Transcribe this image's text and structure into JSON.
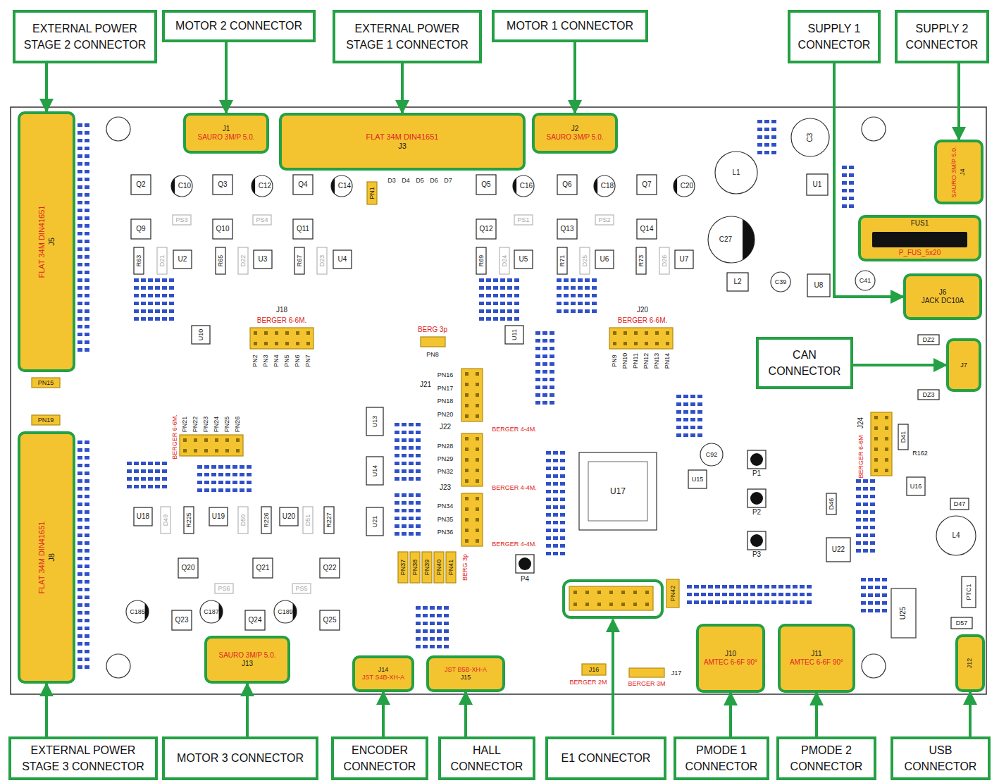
{
  "diagram": {
    "nodes": [
      {
        "text": [
          "EXTERNAL POWER STAGE 2 CONNECTOR"
        ]
      },
      {
        "text": [
          "MOTOR 2 CONNECTOR"
        ]
      },
      {
        "text": [
          "EXTERNAL POWER STAGE 1 CONNECTOR"
        ]
      },
      {
        "text": [
          "MOTOR 1 CONNECTOR"
        ]
      },
      {
        "text": [
          "SUPPLY 1 CONNECTOR"
        ]
      },
      {
        "text": [
          "SUPPLY 2 CONNECTOR"
        ]
      },
      {
        "text": [
          "FLAT 34M DIN41651",
          "J5"
        ]
      },
      {
        "text": [
          "J1",
          "SAURO 3M/P 5.0."
        ]
      },
      {
        "text": [
          "FLAT 34M DIN41651",
          "J3"
        ]
      },
      {
        "text": [
          "J2",
          "SAURO 3M/P 5.0."
        ]
      },
      {
        "text": [
          "SAURO 3M/P 5.0.",
          "J4"
        ]
      },
      {
        "text": [
          "FUS1",
          "P_FUS_5x20"
        ]
      },
      {
        "text": [
          "J6",
          "JACK DC10A"
        ]
      },
      {
        "text": [
          "CAN CONNECTOR"
        ]
      },
      {
        "text": [
          "J7"
        ]
      },
      {
        "text": [
          "FLAT 34M DIN41651",
          "J8"
        ]
      },
      {
        "text": [
          "SAURO 3M/P 5.0.",
          "J13"
        ]
      },
      {
        "text": [
          "J14",
          "JST S4B-XH-A"
        ]
      },
      {
        "text": [
          "JST B5B-XH-A",
          "J15"
        ]
      },
      {
        "text": [
          "J10",
          "AMTEC 6-6F 90°"
        ]
      },
      {
        "text": [
          "J11",
          "AMTEC 6-6F 90°"
        ]
      },
      {
        "text": [
          "J12"
        ]
      },
      {
        "text": [
          "EXTERNAL POWER STAGE 3 CONNECTOR"
        ]
      },
      {
        "text": [
          "MOTOR 3 CONNECTOR"
        ]
      },
      {
        "text": [
          "ENCODER CONNECTOR"
        ]
      },
      {
        "text": [
          "HALL CONNECTOR"
        ]
      },
      {
        "text": [
          "E1 CONNECTOR"
        ]
      },
      {
        "text": [
          "PMODE 1 CONNECTOR"
        ]
      },
      {
        "text": [
          "PMODE 2 CONNECTOR"
        ]
      },
      {
        "text": [
          "USB CONNECTOR"
        ]
      }
    ],
    "edges": [
      {
        "from": 0,
        "to": 6,
        "arrow": "to"
      },
      {
        "from": 1,
        "to": 7,
        "arrow": "to"
      },
      {
        "from": 2,
        "to": 8,
        "arrow": "to"
      },
      {
        "from": 3,
        "to": 9,
        "arrow": "to"
      },
      {
        "from": 4,
        "to": 12,
        "arrow": "to"
      },
      {
        "from": 5,
        "to": 10,
        "arrow": "to"
      },
      {
        "from": 13,
        "to": 14,
        "arrow": "to"
      },
      {
        "from": 22,
        "to": 15,
        "arrow": "to"
      },
      {
        "from": 23,
        "to": 16,
        "arrow": "to"
      },
      {
        "from": 24,
        "to": 17,
        "arrow": "to"
      },
      {
        "from": 25,
        "to": 18,
        "arrow": "to"
      },
      {
        "from": 27,
        "to": 19,
        "arrow": "to"
      },
      {
        "from": 28,
        "to": 20,
        "arrow": "to"
      },
      {
        "from": 29,
        "to": 21,
        "arrow": "to"
      }
    ],
    "labels": [
      "Q2",
      "Q3",
      "Q4",
      "Q5",
      "Q6",
      "Q7",
      "C10",
      "C12",
      "C14",
      "C16",
      "C18",
      "C20",
      "Q9",
      "Q10",
      "Q11",
      "Q12",
      "Q13",
      "Q14",
      "PS3",
      "PS4",
      "PS1",
      "PS2",
      "U2",
      "U3",
      "U4",
      "U5",
      "U6",
      "U7",
      "R63",
      "R65",
      "R67",
      "R69",
      "R71",
      "R73",
      "D21",
      "D22",
      "D23",
      "D24",
      "D25",
      "D26",
      "PN1",
      "D3",
      "D4",
      "D5",
      "D6",
      "D7",
      "J18",
      "BERGER 6-6M.",
      "PN2",
      "PN3",
      "PN4",
      "PN5",
      "PN6",
      "PN7",
      "J20",
      "BERGER 6-6M.",
      "PN9",
      "PN10",
      "PN11",
      "PN12",
      "PN13",
      "PN14",
      "BERG 3p",
      "PN8",
      "L1",
      "C3",
      "U1",
      "C27",
      "L2",
      "C39",
      "U8",
      "C41",
      "DZ2",
      "DZ3",
      "J21",
      "PN16",
      "PN17",
      "PN18",
      "PN20",
      "J22",
      "BERGER 4-4M.",
      "PN28",
      "PN29",
      "PN32",
      "J23",
      "BERGER 4-4M.",
      "PN34",
      "PN35",
      "PN36",
      "BERGER 4-4M.",
      "BERGER 6-6M.",
      "PN21",
      "PN22",
      "PN23",
      "PN24",
      "PN25",
      "PN26",
      "U13",
      "U14",
      "U21",
      "U17",
      "U15",
      "P1",
      "P2",
      "P3",
      "P4",
      "J24",
      "BERGER 6-6M",
      "D41",
      "R162",
      "U16",
      "D46",
      "D47",
      "L4",
      "U22",
      "U25",
      "PTC1",
      "D57",
      "C92",
      "U18",
      "U19",
      "U20",
      "R225",
      "R226",
      "R227",
      "D49",
      "D50",
      "D51",
      "Q20",
      "Q21",
      "Q22",
      "Q23",
      "Q24",
      "Q25",
      "PS6",
      "PS5",
      "C185",
      "C187",
      "C189",
      "PN15",
      "PN19",
      "PN37",
      "PN38",
      "PN39",
      "PN40",
      "PN41",
      "BERG 3p",
      "J16",
      "BERGER 2M",
      "BERGER 3M",
      "J17",
      "PN42",
      "U10",
      "U11"
    ]
  }
}
